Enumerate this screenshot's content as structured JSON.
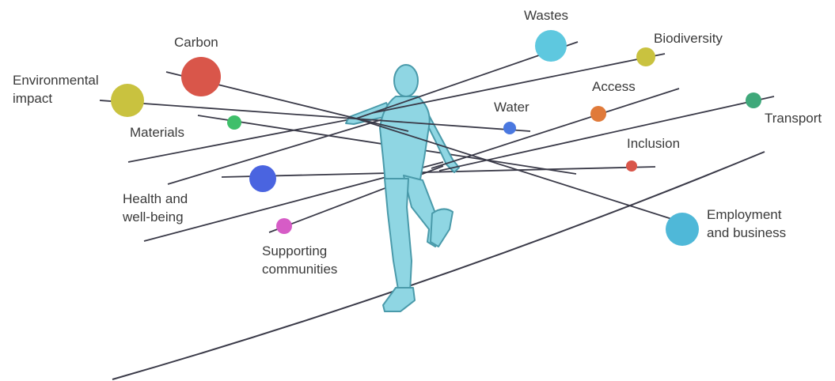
{
  "labels": {
    "wastes": "Wastes",
    "carbon": "Carbon",
    "biodiversity": "Biodiversity",
    "environmental_1": "Environmental",
    "environmental_2": "impact",
    "access": "Access",
    "water": "Water",
    "materials": "Materials",
    "transport": "Transport",
    "inclusion": "Inclusion",
    "health_1": "Health and",
    "health_2": "well-being",
    "employment_1": "Employment",
    "employment_2": "and business",
    "supporting_1": "Supporting",
    "supporting_2": "communities"
  },
  "colors": {
    "wastes": "#5ec8df",
    "carbon": "#d9564a",
    "biodiversity": "#c9c23f",
    "environmental": "#c9c23f",
    "access": "#e07a3a",
    "water": "#4a78e0",
    "materials": "#3fbf6a",
    "transport": "#3fa87a",
    "inclusion": "#d9564a",
    "health": "#4a64e0",
    "employment": "#4fb8d8",
    "supporting": "#d65cc6",
    "figure_fill": "#8fd6e3",
    "figure_stroke": "#4a9aaa",
    "line": "#3a3a48"
  },
  "figure_icon": "tightrope-walker-icon"
}
